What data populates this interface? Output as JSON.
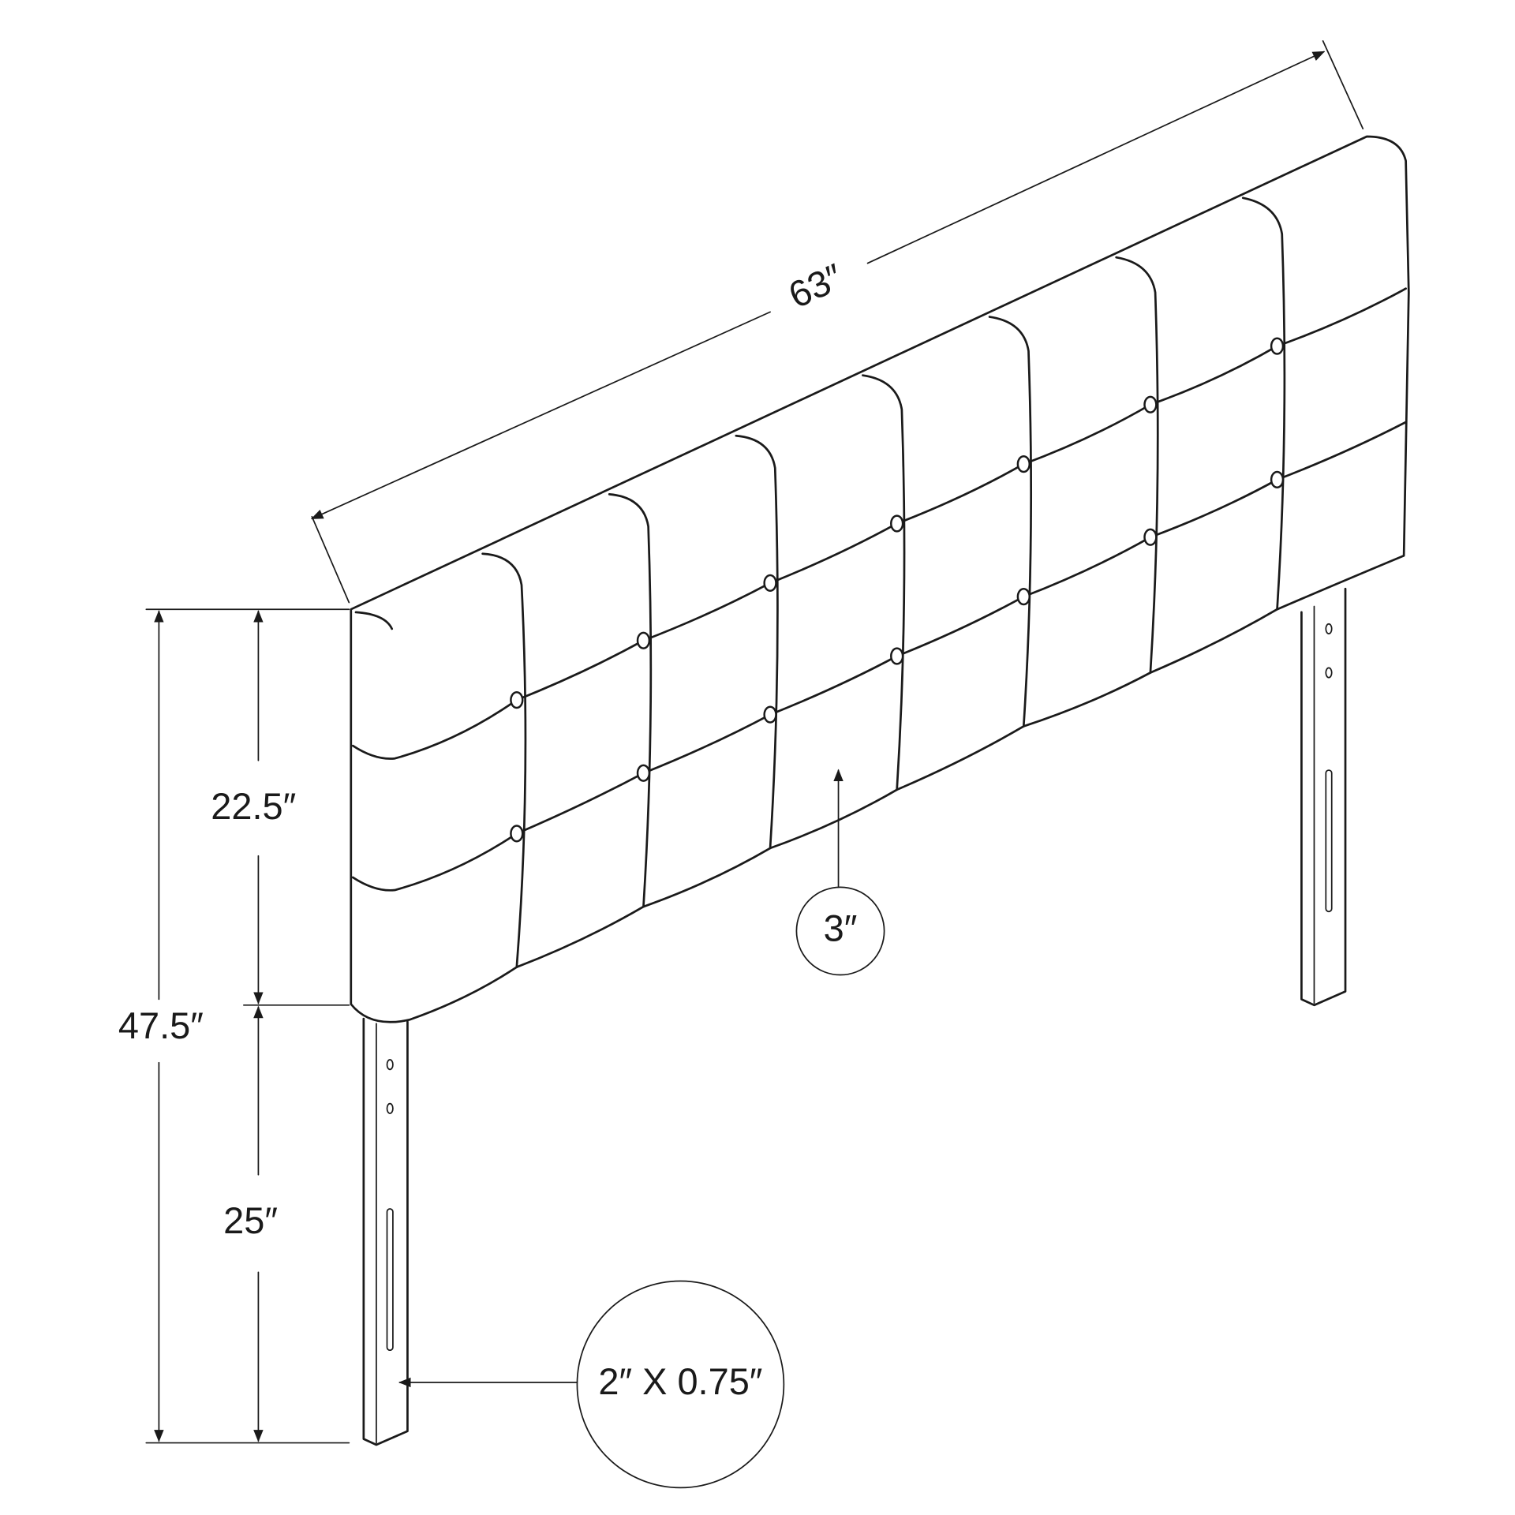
{
  "dimensions": {
    "width": "63″",
    "total_height": "47.5″",
    "headboard_height": "22.5″",
    "leg_height": "25″",
    "thickness": "3″",
    "leg_size": "2″ X 0.75″"
  },
  "colors": {
    "line": "#1a1a1a",
    "background": "#ffffff"
  }
}
